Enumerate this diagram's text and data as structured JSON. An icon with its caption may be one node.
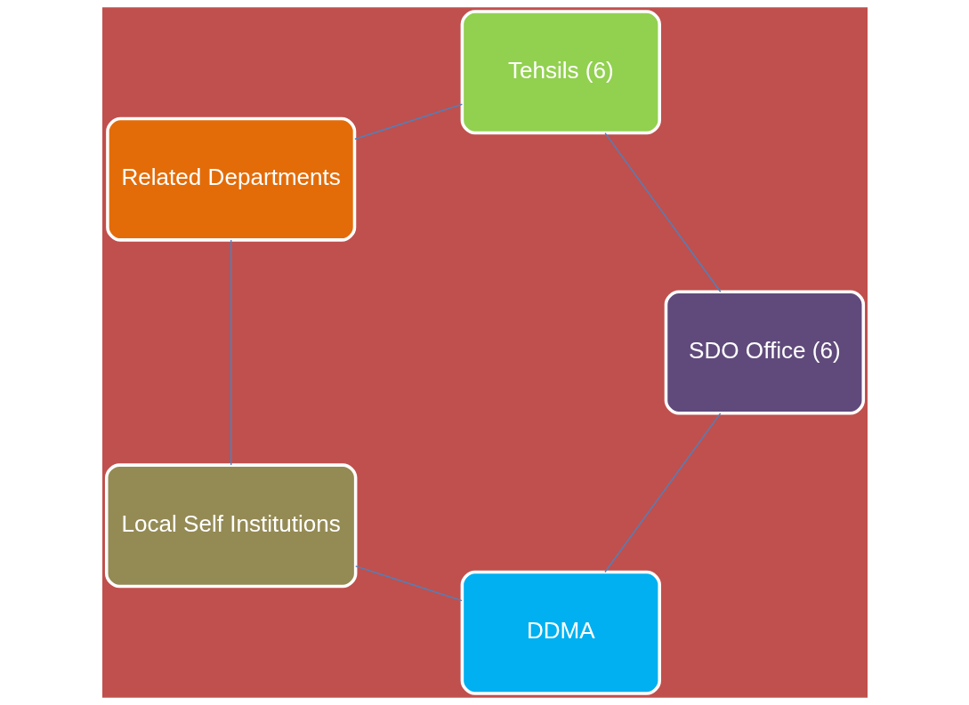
{
  "diagram": {
    "nodes": [
      {
        "text": [
          "DDMA"
        ]
      },
      {
        "text": [
          "Local Self Institutions"
        ]
      },
      {
        "text": [
          "Related Departments"
        ]
      },
      {
        "text": [
          "Tehsils (6)"
        ]
      },
      {
        "text": [
          "SDO Office (6)"
        ]
      }
    ],
    "edges": [
      {
        "from": 0,
        "to": 1,
        "arrow": "none"
      },
      {
        "from": 1,
        "to": 2,
        "arrow": "none"
      },
      {
        "from": 2,
        "to": 3,
        "arrow": "none"
      },
      {
        "from": 3,
        "to": 4,
        "arrow": "none"
      },
      {
        "from": 4,
        "to": 0,
        "arrow": "none"
      }
    ]
  }
}
